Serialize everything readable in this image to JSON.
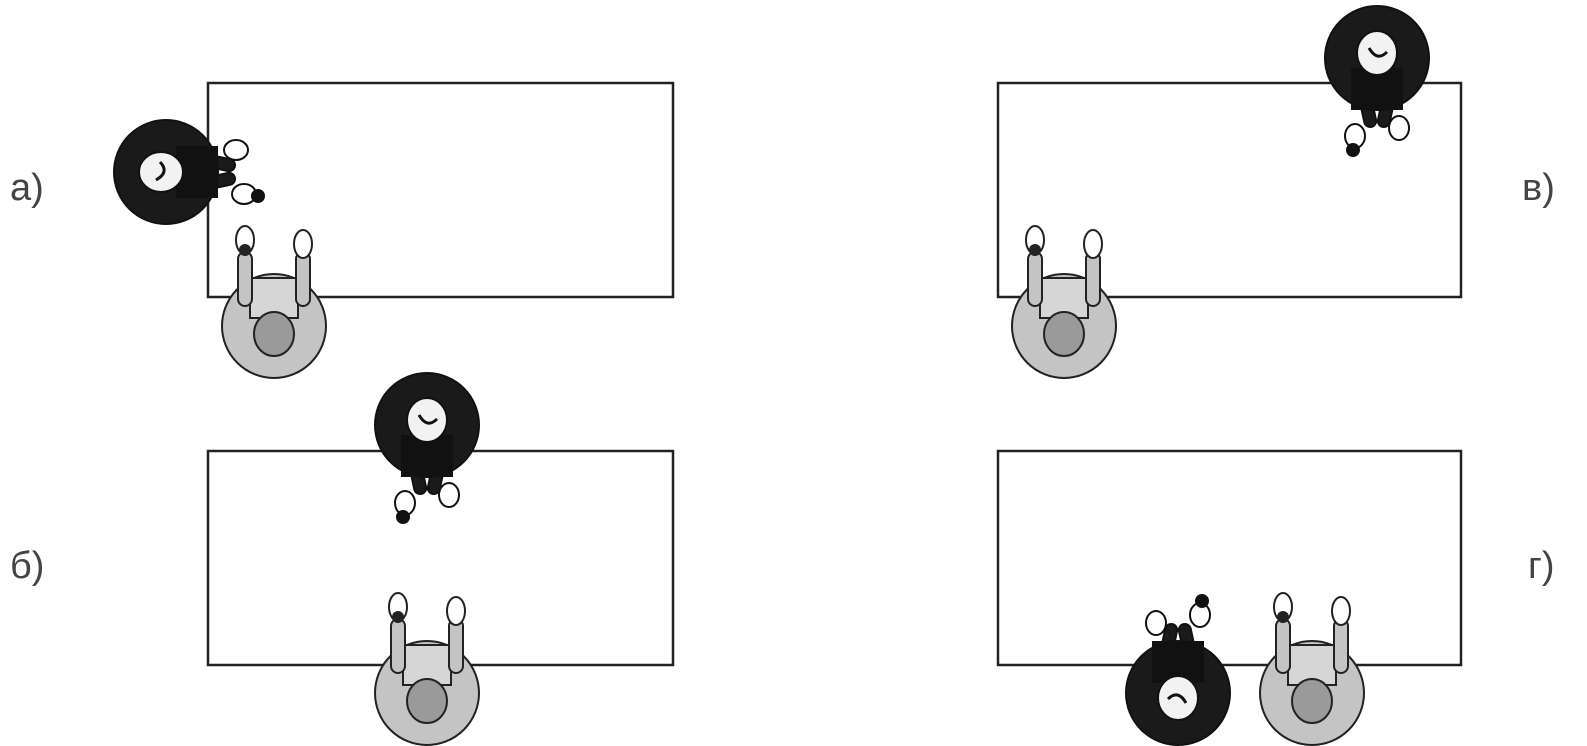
{
  "panels": [
    {
      "label": "а)",
      "people": [
        {
          "tone": "dark",
          "seat": "left-end"
        },
        {
          "tone": "light",
          "seat": "near-side-left"
        }
      ]
    },
    {
      "label": "б)",
      "people": [
        {
          "tone": "dark",
          "seat": "far-side-center"
        },
        {
          "tone": "light",
          "seat": "near-side-center"
        }
      ]
    },
    {
      "label": "в)",
      "people": [
        {
          "tone": "dark",
          "seat": "far-side-right"
        },
        {
          "tone": "light",
          "seat": "near-side-left"
        }
      ]
    },
    {
      "label": "г)",
      "people": [
        {
          "tone": "dark",
          "seat": "near-side-center-left"
        },
        {
          "tone": "light",
          "seat": "near-side-center-right"
        }
      ]
    }
  ],
  "colors": {
    "line": "#222222",
    "dark_person": "#1a1a1a",
    "light_person": "#c4c4c4",
    "label": "#444444"
  }
}
